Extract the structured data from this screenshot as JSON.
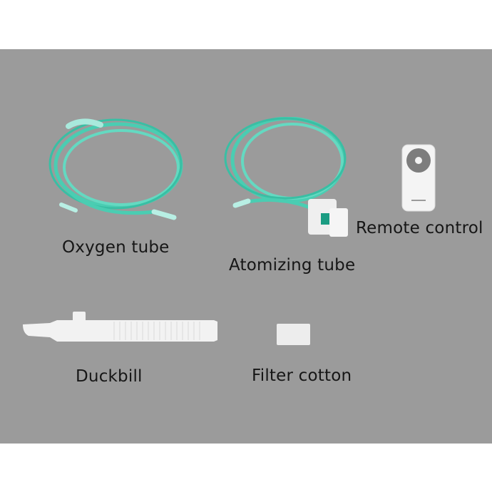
{
  "scene": {
    "background": "#ffffff",
    "panel_color": "#9b9b9b",
    "tube_color": "#3fd1b4"
  },
  "items": [
    {
      "id": "oxygen-tube",
      "label": "Oxygen tube"
    },
    {
      "id": "atomizing-tube",
      "label": "Atomizing tube"
    },
    {
      "id": "remote-control",
      "label": "Remote control"
    },
    {
      "id": "duckbill",
      "label": "Duckbill"
    },
    {
      "id": "filter-cotton",
      "label": "Filter cotton"
    }
  ]
}
